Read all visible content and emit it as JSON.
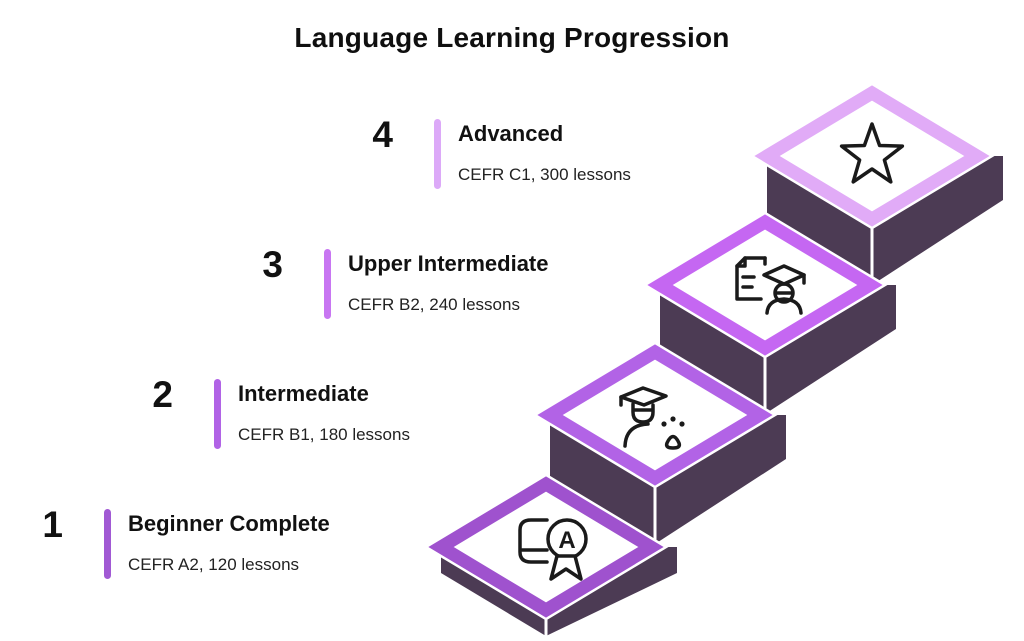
{
  "title": "Language Learning Progression",
  "steps": [
    {
      "number": "1",
      "title": "Beginner Complete",
      "subtitle": "CEFR A2, 120 lessons",
      "bar_color": "#A159D4",
      "border_color": "#9F52CE",
      "icon": "book-badge-a-icon"
    },
    {
      "number": "2",
      "title": "Intermediate",
      "subtitle": "CEFR B1, 180 lessons",
      "bar_color": "#B163E6",
      "border_color": "#B263E6",
      "icon": "graduate-paw-icon"
    },
    {
      "number": "3",
      "title": "Upper Intermediate",
      "subtitle": "CEFR B2, 240 lessons",
      "bar_color": "#C876F2",
      "border_color": "#C567F2",
      "icon": "document-graduate-icon"
    },
    {
      "number": "4",
      "title": "Advanced",
      "subtitle": "CEFR C1, 300 lessons",
      "bar_color": "#DCA9F8",
      "border_color": "#E1ABF7",
      "icon": "star-icon"
    }
  ],
  "colors": {
    "step_side": "#4C3B54",
    "background": "#FFFFFF",
    "text": "#111111"
  }
}
